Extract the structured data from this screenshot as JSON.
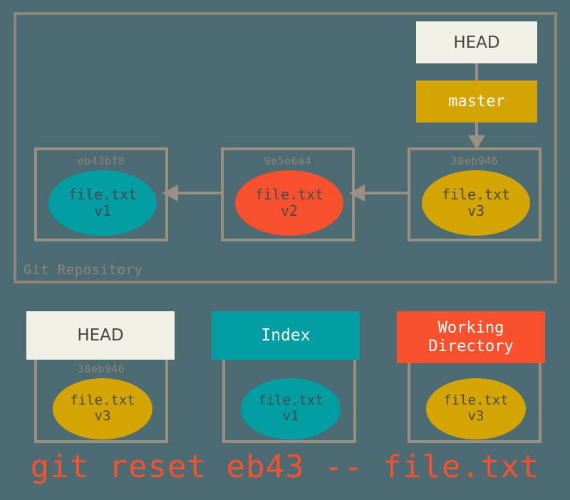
{
  "diagram": {
    "background_color": "#4c6b72",
    "frame_color": "#8c8578",
    "repository": {
      "label": "Git Repository",
      "pointers": [
        {
          "name": "head-pointer",
          "label": "HEAD",
          "fill": "#f2f1e8",
          "text_color": "#4a453f"
        },
        {
          "name": "master-pointer",
          "label": "master",
          "fill": "#d4a400",
          "text_color": "#ffffff"
        }
      ],
      "commits": [
        {
          "hash": "eb43bf8",
          "file": "file.txt",
          "version": "v1",
          "fill": "#009da3"
        },
        {
          "hash": "9e5e6a4",
          "file": "file.txt",
          "version": "v2",
          "fill": "#f9502e"
        },
        {
          "hash": "38eb946",
          "file": "file.txt",
          "version": "v3",
          "fill": "#d4a400"
        }
      ]
    },
    "areas": [
      {
        "title": "HEAD",
        "header_fill": "#f2f1e8",
        "header_text_color": "#4a453f",
        "hash": "38eb946",
        "file": "file.txt",
        "version": "v3",
        "blob_fill": "#d4a400"
      },
      {
        "title": "Index",
        "header_fill": "#009da3",
        "header_text_color": "#ffffff",
        "hash": "",
        "file": "file.txt",
        "version": "v1",
        "blob_fill": "#009da3"
      },
      {
        "title": "Working\nDirectory",
        "header_fill": "#f9502e",
        "header_text_color": "#ffffff",
        "hash": "",
        "file": "file.txt",
        "version": "v3",
        "blob_fill": "#d4a400"
      }
    ],
    "command": "git reset eb43 -- file.txt",
    "command_color": "#f9502e"
  }
}
